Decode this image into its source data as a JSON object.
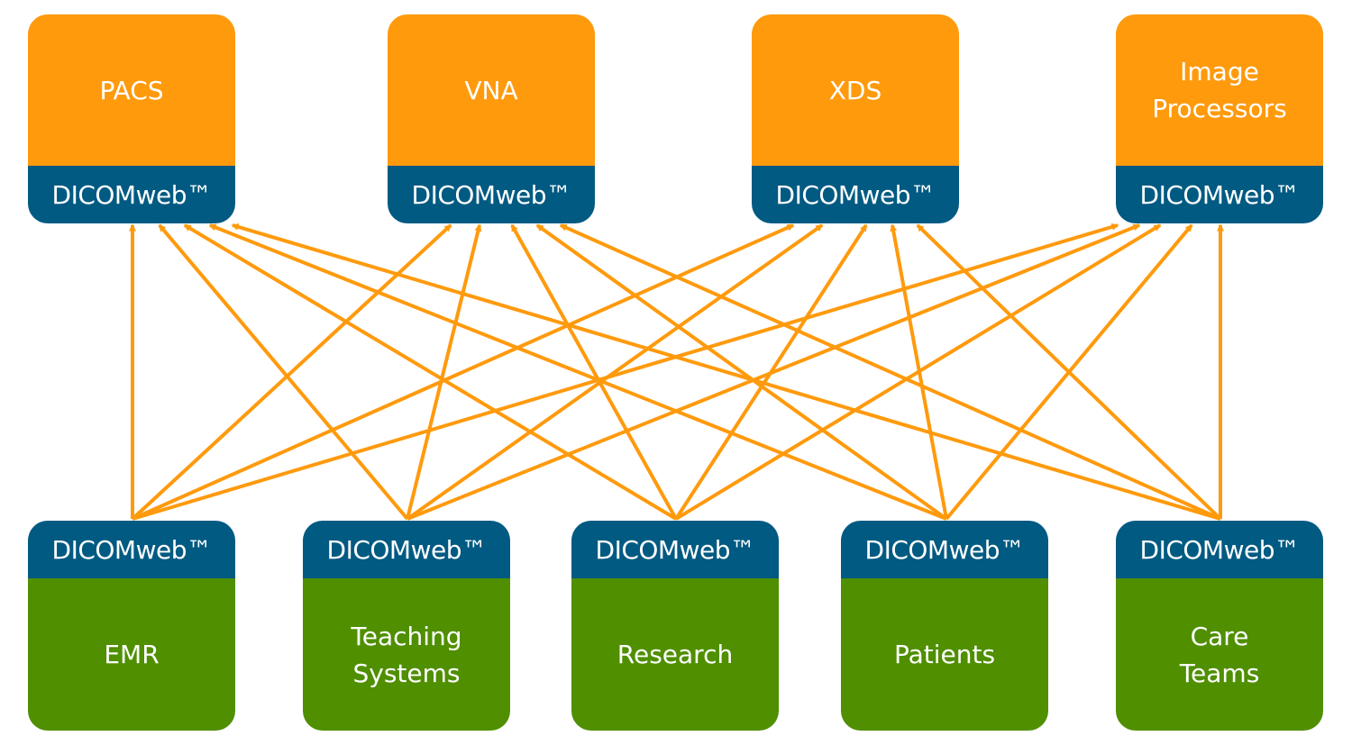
{
  "colors": {
    "source": "#ff9a0d",
    "consumer": "#4f8f00",
    "protocol": "#015a82",
    "arrow": "#ff9a0d",
    "text": "#ffffff"
  },
  "protocol_label": "DICOMweb™",
  "sources": [
    {
      "label": "PACS"
    },
    {
      "label": "VNA"
    },
    {
      "label": "XDS"
    },
    {
      "label": "Image\nProcessors"
    }
  ],
  "consumers": [
    {
      "label": "EMR"
    },
    {
      "label": "Teaching\nSystems"
    },
    {
      "label": "Research"
    },
    {
      "label": "Patients"
    },
    {
      "label": "Care\nTeams"
    }
  ]
}
